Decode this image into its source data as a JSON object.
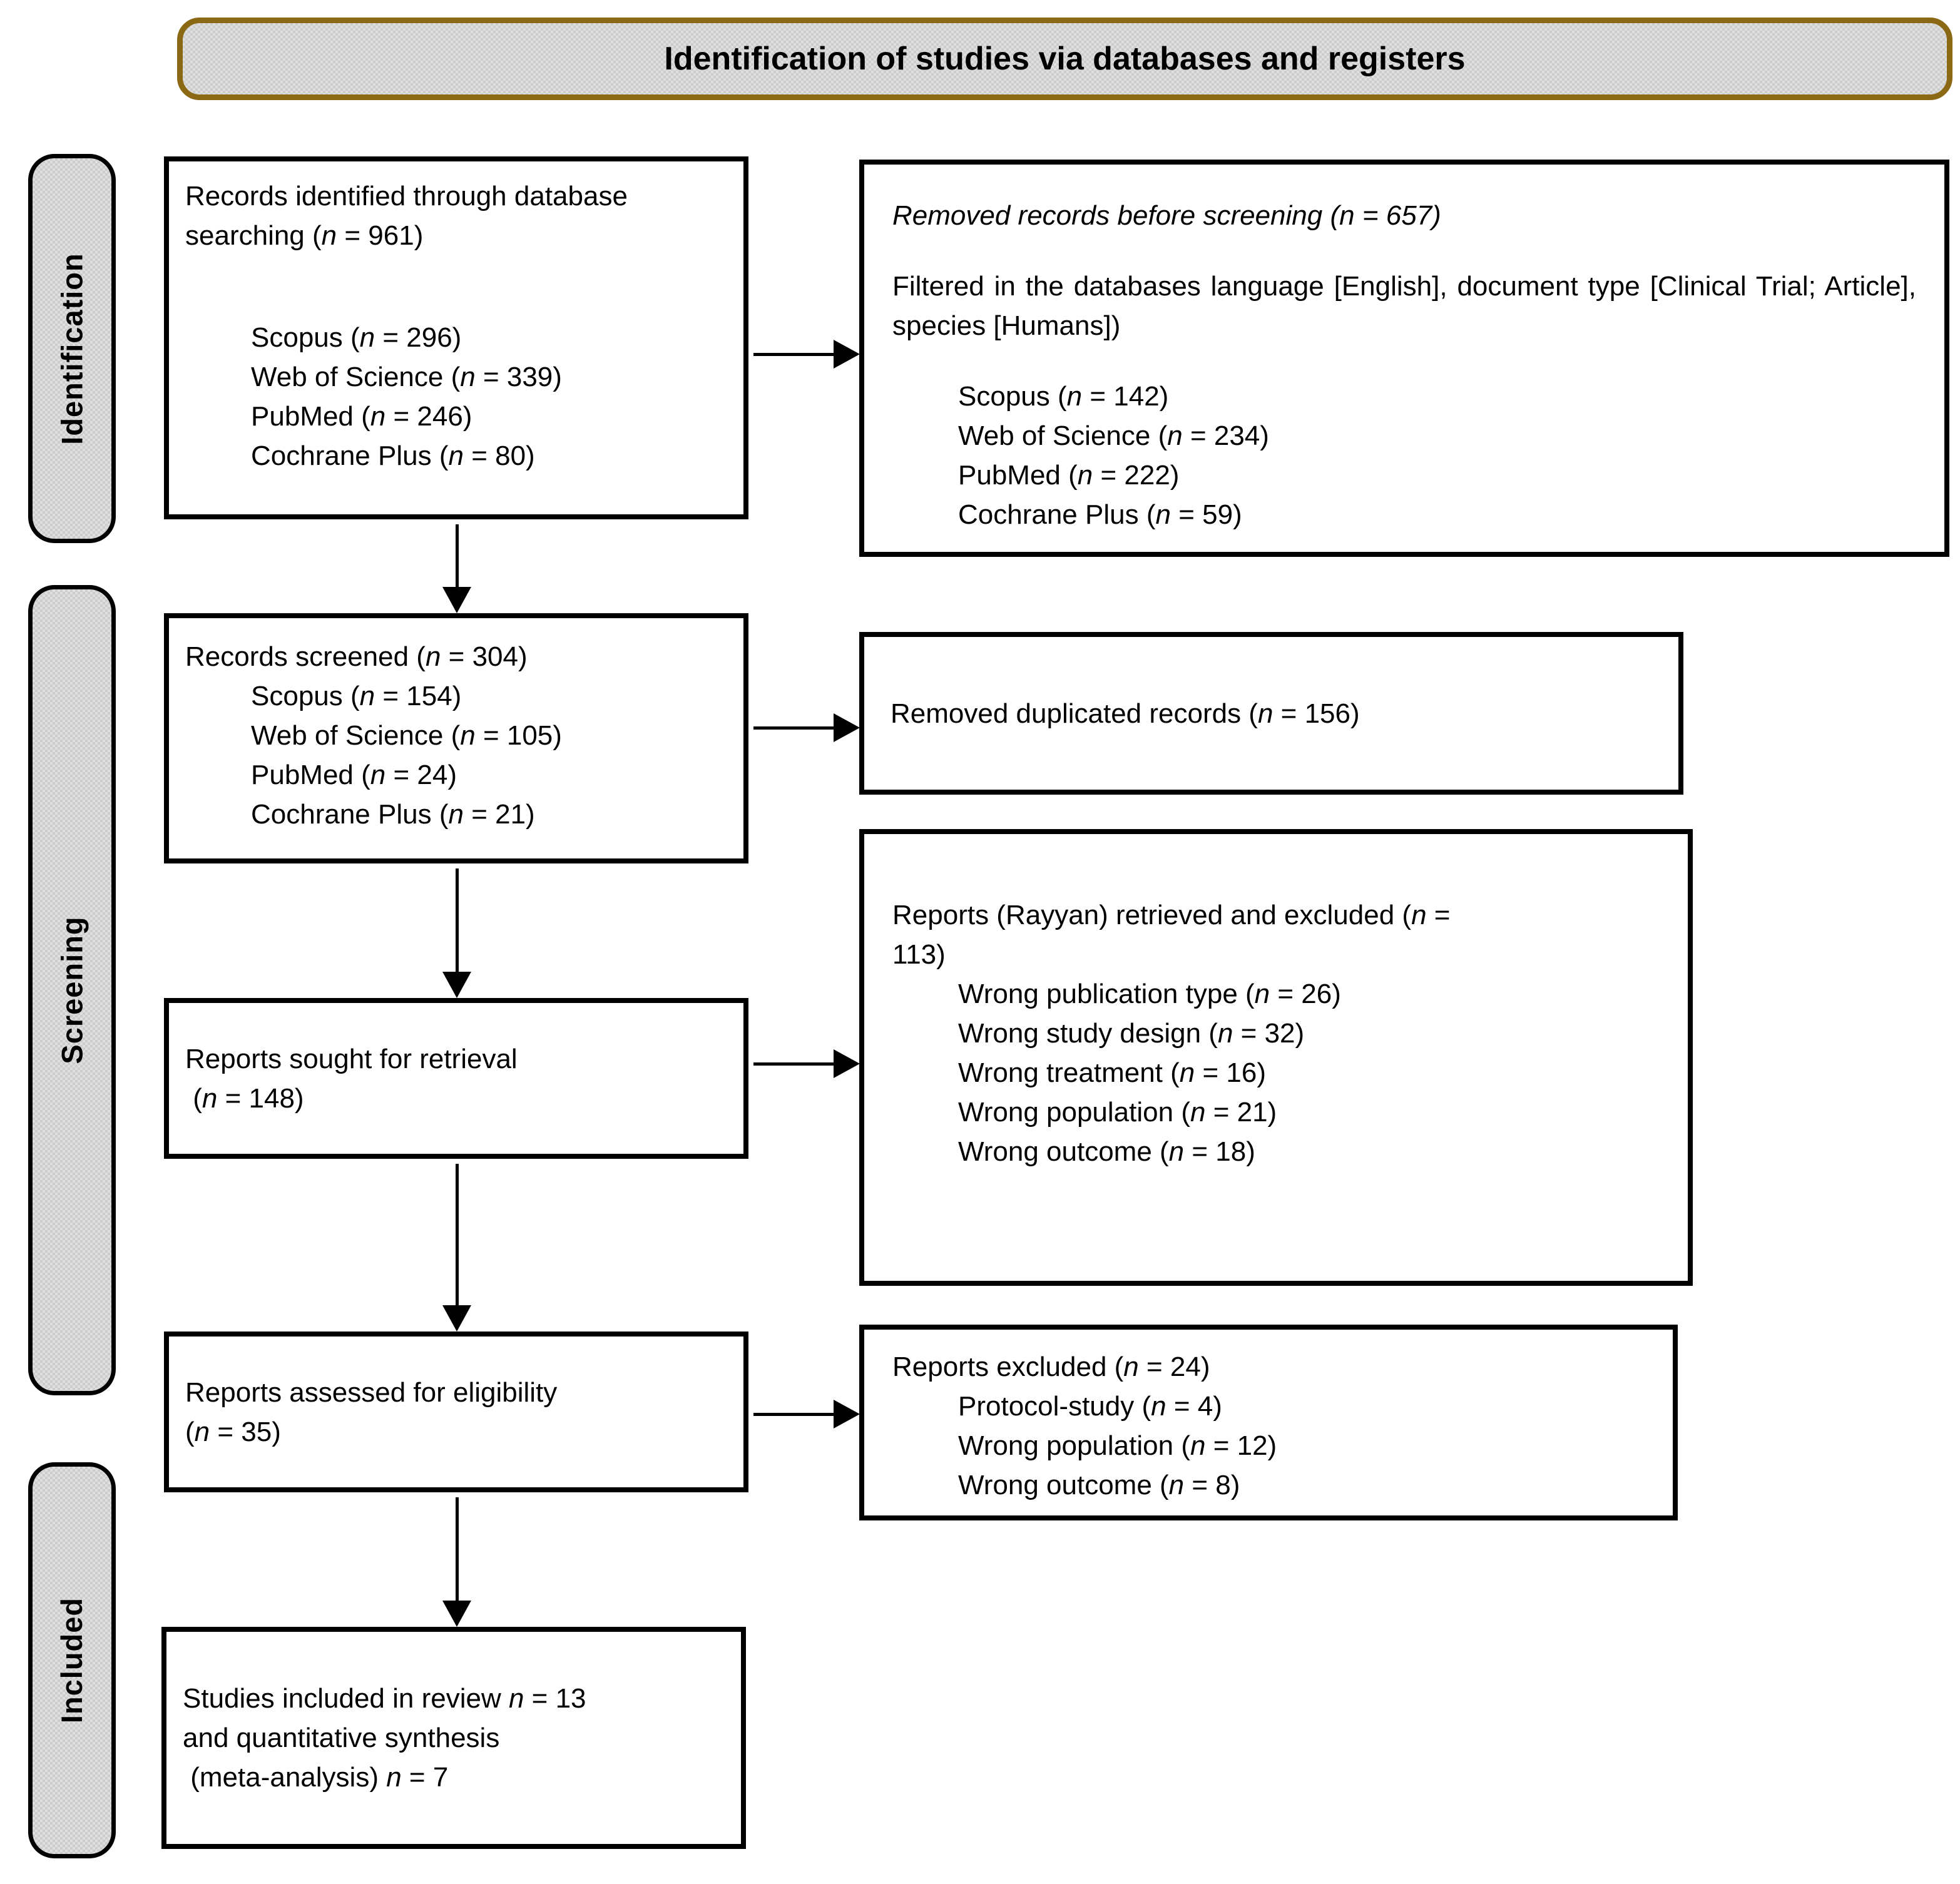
{
  "title": "Identification of studies via databases and registers",
  "colors": {
    "title_border": "#8B6914",
    "box_border": "#000000",
    "stage_fill": "#DFDFDF"
  },
  "stages": [
    {
      "label": "Identification"
    },
    {
      "label": "Screening"
    },
    {
      "label": "Included"
    }
  ],
  "boxes": {
    "records_identified": {
      "lines": [
        {
          "runs": [
            {
              "t": "Records identified through database searching ("
            },
            {
              "t": "n",
              "i": true
            },
            {
              "t": " = 961)"
            }
          ]
        },
        {
          "blank": true
        },
        {
          "blank": true
        },
        {
          "indent": true,
          "runs": [
            {
              "t": "Scopus ("
            },
            {
              "t": "n",
              "i": true
            },
            {
              "t": " = 296)"
            }
          ]
        },
        {
          "indent": true,
          "runs": [
            {
              "t": "Web of Science ("
            },
            {
              "t": "n",
              "i": true
            },
            {
              "t": " = 339)"
            }
          ]
        },
        {
          "indent": true,
          "runs": [
            {
              "t": "PubMed ("
            },
            {
              "t": "n",
              "i": true
            },
            {
              "t": " = 246)"
            }
          ]
        },
        {
          "indent": true,
          "runs": [
            {
              "t": "Cochrane Plus ("
            },
            {
              "t": "n",
              "i": true
            },
            {
              "t": " = 80)"
            }
          ]
        }
      ]
    },
    "removed_before_screening": {
      "lines": [
        {
          "runs": [
            {
              "t": "Removed records before screening (",
              "i": true
            },
            {
              "t": "n",
              "i": true
            },
            {
              "t": " = 657)",
              "i": true
            }
          ]
        },
        {
          "blank": true
        },
        {
          "justify": true,
          "runs": [
            {
              "t": "Filtered in the databases language [English], document type [Clinical Trial; Article], species [Humans])"
            }
          ]
        },
        {
          "blank": true
        },
        {
          "indent": true,
          "runs": [
            {
              "t": "Scopus ("
            },
            {
              "t": "n",
              "i": true
            },
            {
              "t": " = 142)"
            }
          ]
        },
        {
          "indent": true,
          "runs": [
            {
              "t": "Web of Science ("
            },
            {
              "t": "n",
              "i": true
            },
            {
              "t": " = 234)"
            }
          ]
        },
        {
          "indent": true,
          "runs": [
            {
              "t": "PubMed ("
            },
            {
              "t": "n",
              "i": true
            },
            {
              "t": " = 222)"
            }
          ]
        },
        {
          "indent": true,
          "runs": [
            {
              "t": "Cochrane Plus ("
            },
            {
              "t": "n",
              "i": true
            },
            {
              "t": " = 59)"
            }
          ]
        }
      ]
    },
    "records_screened": {
      "lines": [
        {
          "runs": [
            {
              "t": "Records screened ("
            },
            {
              "t": "n",
              "i": true
            },
            {
              "t": " = 304)"
            }
          ]
        },
        {
          "indent": true,
          "runs": [
            {
              "t": "Scopus ("
            },
            {
              "t": "n",
              "i": true
            },
            {
              "t": " = 154)"
            }
          ]
        },
        {
          "indent": true,
          "runs": [
            {
              "t": "Web of Science ("
            },
            {
              "t": "n",
              "i": true
            },
            {
              "t": " = 105)"
            }
          ]
        },
        {
          "indent": true,
          "runs": [
            {
              "t": "PubMed ("
            },
            {
              "t": "n",
              "i": true
            },
            {
              "t": " = 24)"
            }
          ]
        },
        {
          "indent": true,
          "runs": [
            {
              "t": "Cochrane Plus ("
            },
            {
              "t": "n",
              "i": true
            },
            {
              "t": " = 21)"
            }
          ]
        }
      ]
    },
    "removed_duplicates": {
      "lines": [
        {
          "runs": [
            {
              "t": "Removed duplicated records ("
            },
            {
              "t": "n",
              "i": true
            },
            {
              "t": " = 156)"
            }
          ]
        }
      ]
    },
    "reports_sought": {
      "lines": [
        {
          "runs": [
            {
              "t": "Reports sought for retrieval"
            }
          ]
        },
        {
          "runs": [
            {
              "t": " ("
            },
            {
              "t": "n",
              "i": true
            },
            {
              "t": " = 148)"
            }
          ]
        }
      ]
    },
    "reports_retrieved_excluded": {
      "lines": [
        {
          "runs": [
            {
              "t": "Reports (Rayyan) retrieved and excluded ("
            },
            {
              "t": "n",
              "i": true
            },
            {
              "t": " ="
            }
          ]
        },
        {
          "runs": [
            {
              "t": "113)"
            }
          ]
        },
        {
          "indent": true,
          "runs": [
            {
              "t": "Wrong publication type ("
            },
            {
              "t": "n",
              "i": true
            },
            {
              "t": " = 26)"
            }
          ]
        },
        {
          "indent": true,
          "runs": [
            {
              "t": "Wrong study design ("
            },
            {
              "t": "n",
              "i": true
            },
            {
              "t": " = 32)"
            }
          ]
        },
        {
          "indent": true,
          "runs": [
            {
              "t": "Wrong treatment ("
            },
            {
              "t": "n",
              "i": true
            },
            {
              "t": " = 16)"
            }
          ]
        },
        {
          "indent": true,
          "runs": [
            {
              "t": "Wrong population ("
            },
            {
              "t": "n",
              "i": true
            },
            {
              "t": " = 21)"
            }
          ]
        },
        {
          "indent": true,
          "runs": [
            {
              "t": "Wrong outcome ("
            },
            {
              "t": "n",
              "i": true
            },
            {
              "t": " = 18)"
            }
          ]
        }
      ]
    },
    "reports_assessed": {
      "lines": [
        {
          "runs": [
            {
              "t": "Reports assessed for eligibility"
            }
          ]
        },
        {
          "runs": [
            {
              "t": "("
            },
            {
              "t": "n",
              "i": true
            },
            {
              "t": " = 35)"
            }
          ]
        }
      ]
    },
    "reports_excluded": {
      "lines": [
        {
          "runs": [
            {
              "t": "Reports excluded ("
            },
            {
              "t": "n",
              "i": true
            },
            {
              "t": " = 24)"
            }
          ]
        },
        {
          "indent": true,
          "runs": [
            {
              "t": "Protocol-study ("
            },
            {
              "t": "n",
              "i": true
            },
            {
              "t": " = 4)"
            }
          ]
        },
        {
          "indent": true,
          "runs": [
            {
              "t": "Wrong population ("
            },
            {
              "t": "n",
              "i": true
            },
            {
              "t": " = 12)"
            }
          ]
        },
        {
          "indent": true,
          "runs": [
            {
              "t": "Wrong outcome ("
            },
            {
              "t": "n",
              "i": true
            },
            {
              "t": " = 8)"
            }
          ]
        }
      ]
    },
    "studies_included": {
      "lines": [
        {
          "runs": [
            {
              "t": "Studies included in review "
            },
            {
              "t": "n",
              "i": true
            },
            {
              "t": " = 13"
            }
          ]
        },
        {
          "runs": [
            {
              "t": "and quantitative synthesis"
            }
          ]
        },
        {
          "runs": [
            {
              "t": " (meta-analysis) "
            },
            {
              "t": "n",
              "i": true
            },
            {
              "t": " = 7"
            }
          ]
        }
      ]
    }
  }
}
